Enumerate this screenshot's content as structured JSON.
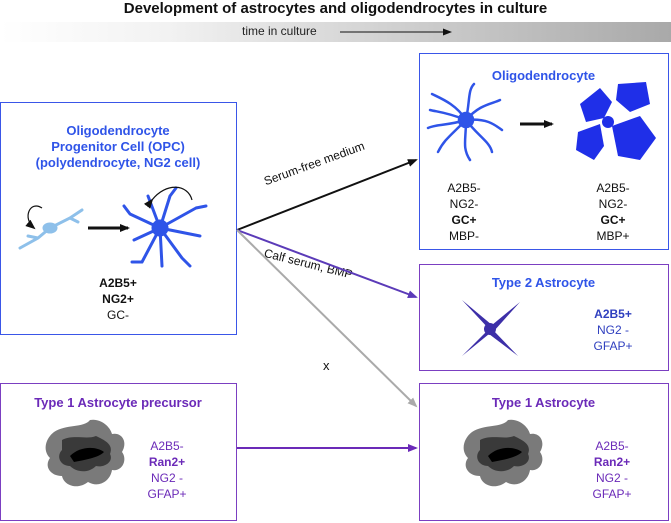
{
  "title": "Development of astrocytes and oligodendrocytes in culture",
  "time_label": "time in culture",
  "opc": {
    "title_line1": "Oligodendrocyte",
    "title_line2": "Progenitor Cell (OPC)",
    "title_line3": "(polydendrocyte, NG2 cell)",
    "markers": [
      "A2B5+",
      "NG2+",
      "GC-"
    ]
  },
  "oligo": {
    "title": "Oligodendrocyte",
    "left_markers": [
      "A2B5-",
      "NG2-",
      "GC+",
      "MBP-"
    ],
    "right_markers": [
      "A2B5-",
      "NG2-",
      "GC+",
      "MBP+"
    ]
  },
  "type2": {
    "title": "Type 2 Astrocyte",
    "markers": [
      "A2B5+",
      "NG2 -",
      "GFAP+"
    ]
  },
  "type1_precursor": {
    "title": "Type 1 Astrocyte precursor",
    "markers": [
      "A2B5-",
      "Ran2+",
      "NG2 -",
      "GFAP+"
    ]
  },
  "type1": {
    "title": "Type 1 Astrocyte",
    "markers": [
      "A2B5-",
      "Ran2+",
      "NG2 -",
      "GFAP+"
    ]
  },
  "routes": {
    "serum_free": "Serum-free medium",
    "calf_serum": "Calf serum, BMP",
    "blocked": "x"
  },
  "colors": {
    "blue": "#2f54e8",
    "purple": "#6b2ab8",
    "light_blue": "#7fb3e8",
    "grey_arrow": "#aaaaaa"
  }
}
